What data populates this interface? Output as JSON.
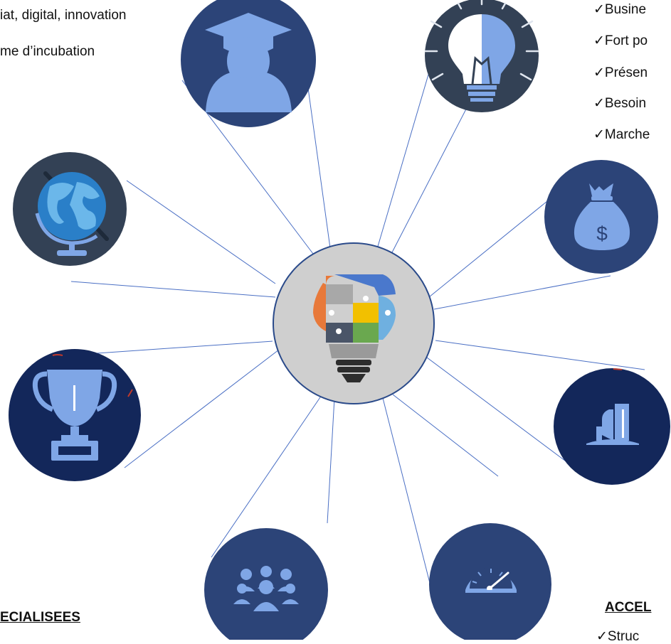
{
  "top_left_text": {
    "line1": "iat, digital, innovation",
    "line2": "me d’incubation"
  },
  "top_right_checklist": {
    "check": "✓",
    "items": [
      "Busine",
      "Fort po",
      "Présen",
      "Besoin",
      "Marche"
    ]
  },
  "bottom_left_heading": "ECIALISEES",
  "bottom_right_heading": "ACCEL",
  "bottom_right_item": "✓Struc",
  "hub": {
    "icon": "puzzle-lightbulb-icon"
  },
  "nodes": [
    {
      "name": "graduate",
      "icon": "graduate-icon"
    },
    {
      "name": "idea",
      "icon": "lightbulb-icon"
    },
    {
      "name": "globe",
      "icon": "globe-icon"
    },
    {
      "name": "money",
      "icon": "money-bag-icon"
    },
    {
      "name": "trophy",
      "icon": "trophy-icon"
    },
    {
      "name": "building",
      "icon": "building-icon"
    },
    {
      "name": "team",
      "icon": "team-icon"
    },
    {
      "name": "speed",
      "icon": "speedometer-icon"
    }
  ],
  "colors": {
    "node_fill": "#2c4478",
    "node_fill_dark": "#13275a",
    "node_fill_slate": "#334155",
    "icon_blue": "#7fa6e6",
    "connector": "#4a6fc4",
    "hub_fill": "#cfcfcf",
    "hub_stroke": "#2a4a8a"
  }
}
